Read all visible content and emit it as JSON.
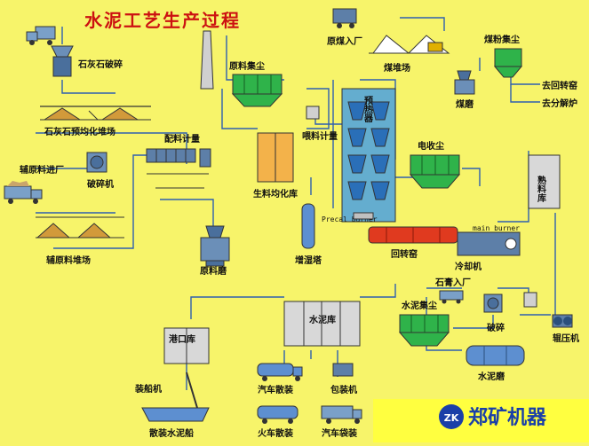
{
  "title": "水泥工艺生产过程",
  "labels": {
    "limestone_crush": "石灰石破碎",
    "limestone_yard": "石灰石预均化堆场",
    "aux_in": "辅原料进厂",
    "crusher": "破碎机",
    "aux_yard": "辅原料堆场",
    "batching": "配料计量",
    "raw_mill": "原料磨",
    "raw_dust": "原料集尘",
    "raw_homo": "生料均化库",
    "feed_meter": "喂料计量",
    "humid_tower": "增湿塔",
    "coal_in": "原煤入厂",
    "coal_yard": "煤堆场",
    "coal_dust": "煤粉集尘",
    "coal_mill": "煤磨",
    "to_kiln": "去回转窑",
    "to_calciner": "去分解炉",
    "preheater": "预热器",
    "esp": "电收尘",
    "precal_burner": "Precal burner",
    "rotary_kiln": "回转窑",
    "main_burner": "main burner",
    "cooler": "冷却机",
    "clinker": "熟料库",
    "gypsum_in": "石膏入厂",
    "cement_dust": "水泥集尘",
    "crushing": "破碎",
    "roller_press": "辊压机",
    "cement_mill": "水泥磨",
    "cement_silo": "水泥库",
    "port_silo": "港口库",
    "ship_loader": "装船机",
    "ship_bag": "散装水泥船",
    "truck_bulk": "汽车散装",
    "packer": "包装机",
    "train_bulk": "火车散装",
    "truck_bag": "汽车袋装"
  },
  "brand": {
    "name": "郑矿机器",
    "logo": "ZK"
  },
  "colors": {
    "background": "#f7f46a",
    "flow": "#2f5fb0",
    "dust": "#2fb34a",
    "kiln": "#e03a1f",
    "silo": "#d8d8d8",
    "title": "#cc1111"
  }
}
